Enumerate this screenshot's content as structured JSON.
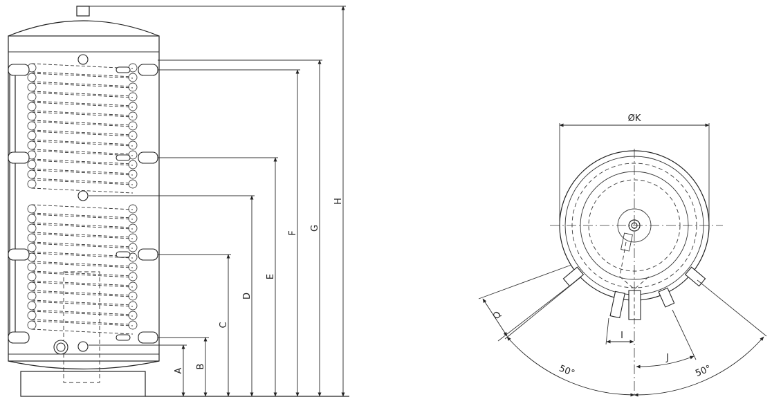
{
  "labels": {
    "A": "A",
    "B": "B",
    "C": "C",
    "D": "D",
    "E": "E",
    "F": "F",
    "G": "G",
    "H": "H",
    "I": "I",
    "J": "J",
    "K": "ØK",
    "Q": "Q",
    "angle_left": "50°",
    "angle_right": "50°"
  }
}
